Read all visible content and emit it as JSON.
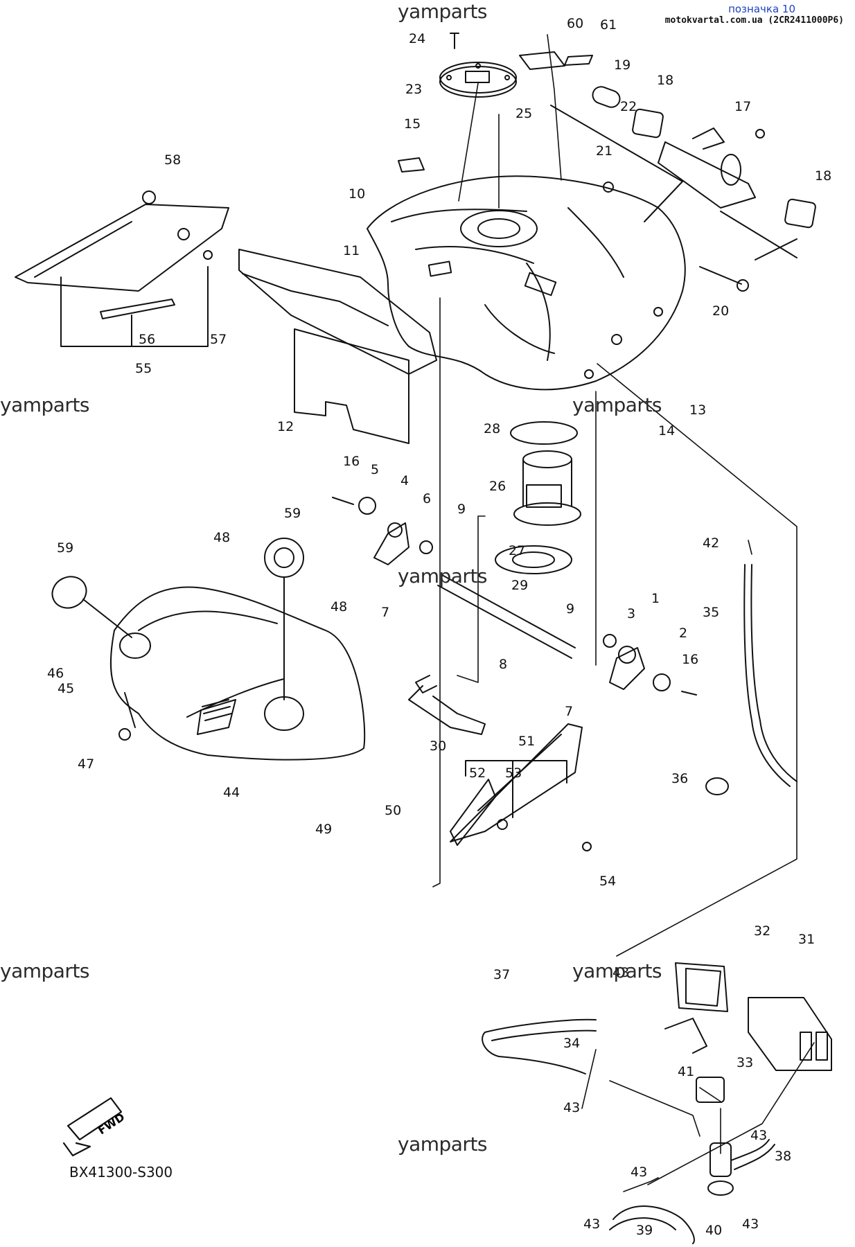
{
  "header": {
    "title": "позначка 10",
    "subtitle": "motokvartal.com.ua (2CR2411000P6)"
  },
  "watermarks": [
    "yamparts",
    "yamparts",
    "yamparts",
    "yamparts",
    "yamparts",
    "yamparts",
    "yamparts"
  ],
  "diagram_code": "BX41300-S300",
  "fwd_label": "FWD",
  "callouts": [
    "1",
    "2",
    "3",
    "4",
    "5",
    "6",
    "7",
    "7",
    "8",
    "9",
    "9",
    "10",
    "11",
    "12",
    "13",
    "14",
    "15",
    "16",
    "16",
    "17",
    "18",
    "18",
    "19",
    "20",
    "21",
    "22",
    "23",
    "24",
    "25",
    "26",
    "27",
    "28",
    "29",
    "30",
    "31",
    "32",
    "33",
    "34",
    "35",
    "36",
    "37",
    "38",
    "39",
    "40",
    "41",
    "42",
    "43",
    "43",
    "43",
    "43",
    "43",
    "43",
    "44",
    "45",
    "46",
    "47",
    "48",
    "48",
    "49",
    "50",
    "51",
    "52",
    "53",
    "54",
    "55",
    "56",
    "57",
    "58",
    "59",
    "59",
    "60",
    "61"
  ]
}
